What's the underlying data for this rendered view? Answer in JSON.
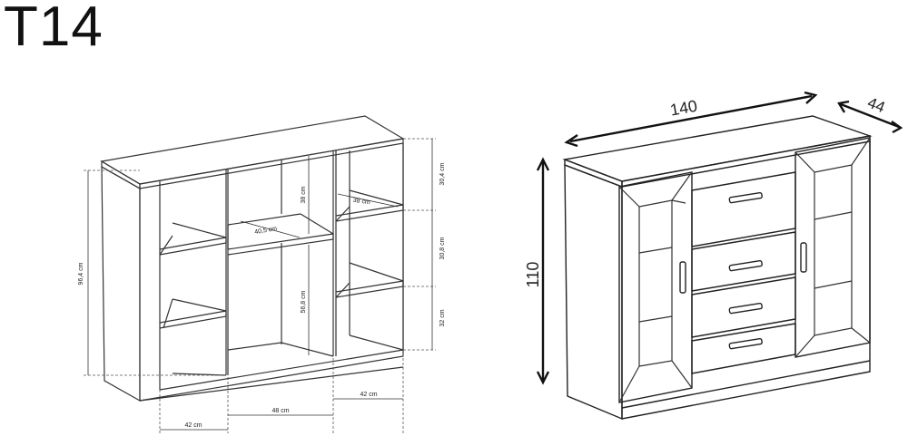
{
  "title": "T14",
  "left_view": {
    "dims": {
      "total_height": "96,4 cm",
      "top_section": "30,4 cm",
      "mid_section": "30,8 cm",
      "low_section": "32 cm",
      "shelf_gap": "38 cm",
      "lower_gap": "56,8 cm",
      "inner_depth_a": "40,5 cm",
      "inner_depth_b": "38 cm",
      "width_left": "42 cm",
      "width_center": "48 cm",
      "width_right": "42 cm"
    }
  },
  "right_view": {
    "dims": {
      "width": "140",
      "depth": "44",
      "height": "110"
    }
  }
}
